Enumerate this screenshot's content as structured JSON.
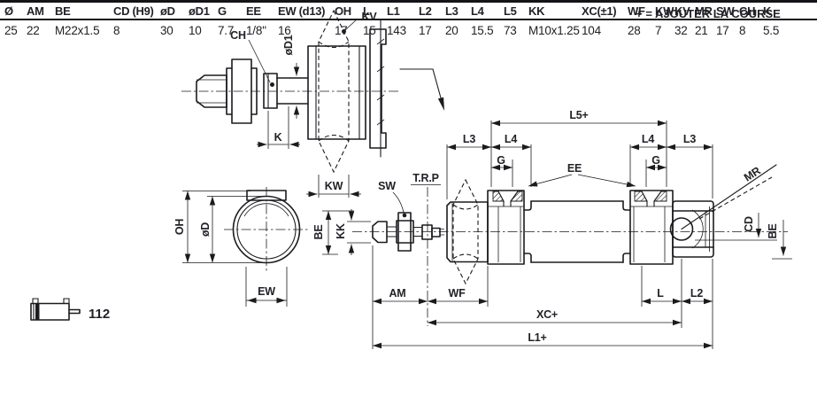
{
  "note": "+ = AJOUTER LA COURSE",
  "series": "112",
  "labels": {
    "kv": "KV",
    "ch": "CH",
    "od1": "øD1",
    "k": "K",
    "kw": "KW",
    "oh": "OH",
    "od": "øD",
    "ew": "EW",
    "sw": "SW",
    "trp": "T.R.P",
    "be": "BE",
    "kk": "KK",
    "am": "AM",
    "wf": "WF",
    "g": "G",
    "ee": "EE",
    "l3": "L3",
    "l4": "L4",
    "l5": "L5+",
    "mr": "MR",
    "cd": "CD",
    "l": "L",
    "l2": "L2",
    "xc": "XC+",
    "l1": "L1+"
  },
  "colors": {
    "line": "#1b1b1f",
    "text": "#212127",
    "background": "#ffffff"
  },
  "table": {
    "columns": [
      {
        "h": "Ø",
        "v": "25"
      },
      {
        "h": "AM",
        "v": "22"
      },
      {
        "h": "BE",
        "v": "M22x1.5"
      },
      {
        "h": "CD (H9)",
        "v": "8"
      },
      {
        "h": "øD",
        "v": "30"
      },
      {
        "h": "øD1",
        "v": "10"
      },
      {
        "h": "G",
        "v": "7.7"
      },
      {
        "h": "EE",
        "v": "1/8''"
      },
      {
        "h": "EW (d13)",
        "v": "16"
      },
      {
        "h": "OH",
        "v": "17"
      },
      {
        "h": "L",
        "v": "15"
      },
      {
        "h": "L1",
        "v": "143"
      },
      {
        "h": "L2",
        "v": "17"
      },
      {
        "h": "L3",
        "v": "20"
      },
      {
        "h": "L4",
        "v": "15.5"
      },
      {
        "h": "L5",
        "v": "73"
      },
      {
        "h": "KK",
        "v": "M10x1.25"
      },
      {
        "h": "XC(±1)",
        "v": "104"
      },
      {
        "h": "WF",
        "v": "28"
      },
      {
        "h": "KW",
        "v": "7"
      },
      {
        "h": "KV",
        "v": "32"
      },
      {
        "h": "MR",
        "v": "21"
      },
      {
        "h": "SW",
        "v": "17"
      },
      {
        "h": "CH",
        "v": "8"
      },
      {
        "h": "K",
        "v": "5.5"
      }
    ]
  }
}
